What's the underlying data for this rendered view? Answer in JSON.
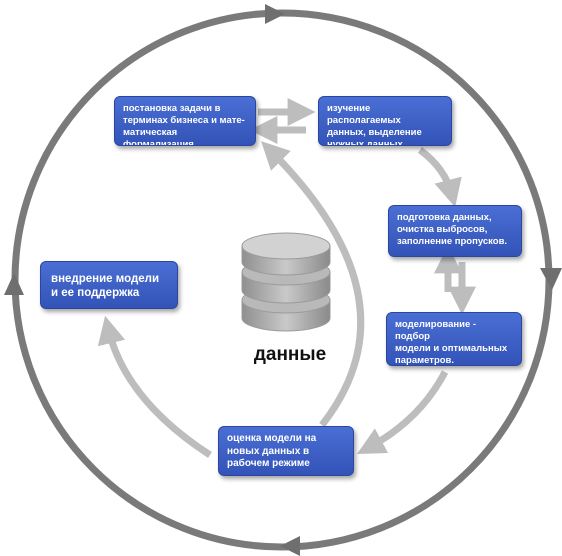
{
  "diagram": {
    "center_label": "данные",
    "steps": [
      {
        "id": "problem",
        "text": "постановка задачи в\nтерминах бизнеса и мате-\nматическая формализация"
      },
      {
        "id": "explore",
        "text": "изучение располагаемых\nданных, выделение\nнужных данных."
      },
      {
        "id": "prepare",
        "text": "подготовка данных,\nочистка выбросов,\nзаполнение пропусков."
      },
      {
        "id": "model",
        "text": "моделирование - подбор\nмодели и оптимальных\nпараметров."
      },
      {
        "id": "evaluate",
        "text": "оценка модели на\nновых данных в\nрабочем режиме"
      },
      {
        "id": "deploy",
        "text": "внедрение модели\nи ее поддержка"
      }
    ]
  },
  "colors": {
    "box_fill": "#3f60c8",
    "outer_cycle": "#7a7a7a",
    "inner_arrows": "#bdbdbd",
    "database": "#a8a8a8"
  }
}
